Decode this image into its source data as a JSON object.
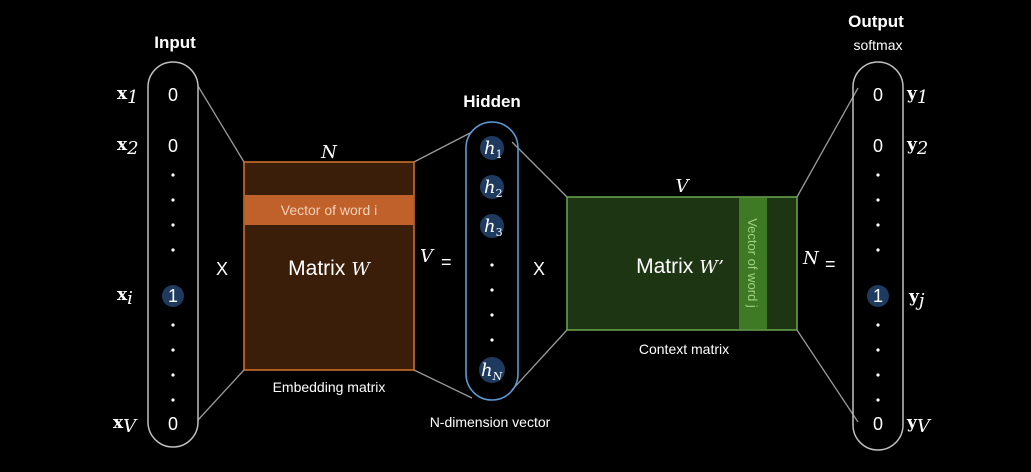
{
  "input": {
    "title": "Input",
    "labels": [
      "x",
      "x",
      "x",
      "x"
    ],
    "subscripts": [
      "1",
      "2",
      "i",
      "V"
    ],
    "values": [
      "0",
      "0",
      "1",
      "0"
    ]
  },
  "embedding": {
    "dim_top": "N",
    "row_label": "Vector of word i",
    "matrix_word": "Matrix",
    "matrix_symbol": "W",
    "caption": "Embedding matrix",
    "dim_left": "V"
  },
  "hidden": {
    "title": "Hidden",
    "units": [
      "h",
      "h",
      "h",
      "h"
    ],
    "subscripts": [
      "1",
      "2",
      "3",
      "N"
    ],
    "caption": "N-dimension vector"
  },
  "context": {
    "dim_top": "V",
    "col_label": "Vector of word j",
    "matrix_word": "Matrix",
    "matrix_symbol": "W’",
    "caption": "Context matrix",
    "dim_left": "N"
  },
  "output": {
    "title": "Output",
    "subtitle": "softmax",
    "labels": [
      "y",
      "y",
      "y",
      "y"
    ],
    "subscripts": [
      "1",
      "2",
      "j",
      "V"
    ],
    "values": [
      "0",
      "0",
      "1",
      "0"
    ]
  },
  "operators": {
    "times": "X",
    "equals": "="
  },
  "colors": {
    "embedding_fill": "#3b1e09",
    "embedding_stroke": "#d4762e",
    "embedding_row": "#c0602a",
    "context_fill": "#1d3512",
    "context_stroke": "#6aa84f",
    "context_col": "#3d7a23",
    "hidden_stroke": "#5b9bd5",
    "bubble": "#1f3a5f",
    "vector_stroke": "#bfbfbf"
  }
}
